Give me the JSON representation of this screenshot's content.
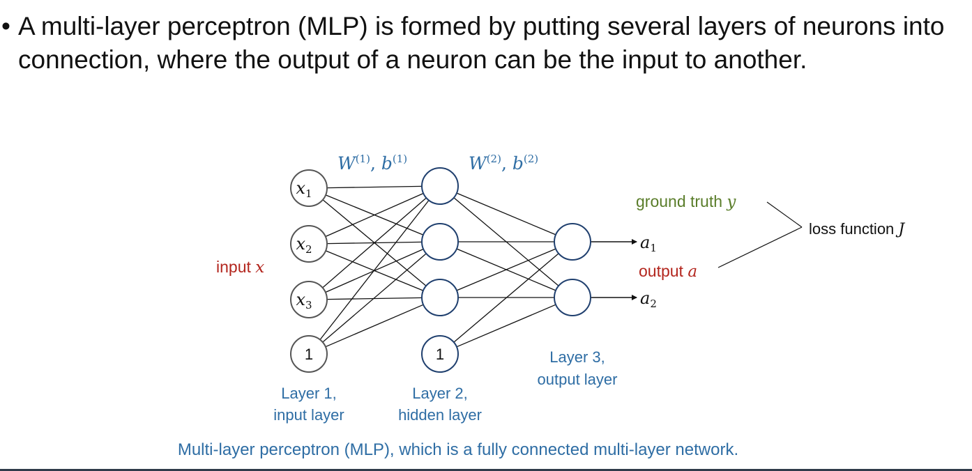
{
  "bullet": {
    "symbol": "•",
    "text": "A multi-layer perceptron (MLP) is formed by putting several layers of neurons into connection, where the output of a neuron can be the input to another."
  },
  "diagram": {
    "weights": {
      "w1": {
        "main": "W",
        "sup": "(1)",
        "sep": ", ",
        "bias": "b",
        "bias_sup": "(1)"
      },
      "w2": {
        "main": "W",
        "sup": "(2)",
        "sep": ", ",
        "bias": "b",
        "bias_sup": "(2)"
      }
    },
    "input_label": {
      "text": "input ",
      "var": "x"
    },
    "input_nodes": [
      {
        "var": "x",
        "sub": "1"
      },
      {
        "var": "x",
        "sub": "2"
      },
      {
        "var": "x",
        "sub": "3"
      }
    ],
    "bias_value": "1",
    "outputs": [
      {
        "var": "a",
        "sub": "1"
      },
      {
        "var": "a",
        "sub": "2"
      }
    ],
    "ground_truth": {
      "text": "ground truth ",
      "var": "y"
    },
    "output_label": {
      "text": "output ",
      "var": "a"
    },
    "loss": {
      "text": "loss function ",
      "var": "J"
    },
    "layer_labels": {
      "layer1": {
        "line1": "Layer 1,",
        "line2": "input layer"
      },
      "layer2": {
        "line1": "Layer 2,",
        "line2": "hidden layer"
      },
      "layer3": {
        "line1": "Layer 3,",
        "line2": "output layer"
      }
    },
    "caption": "Multi-layer perceptron (MLP), which is a fully connected multi-layer network.",
    "colors": {
      "blue": "#2e6da4",
      "red": "#b3261e",
      "green": "#5a7d2a",
      "node_gray": "#555555",
      "node_blue": "#1f3f6e",
      "line": "#111111"
    }
  }
}
